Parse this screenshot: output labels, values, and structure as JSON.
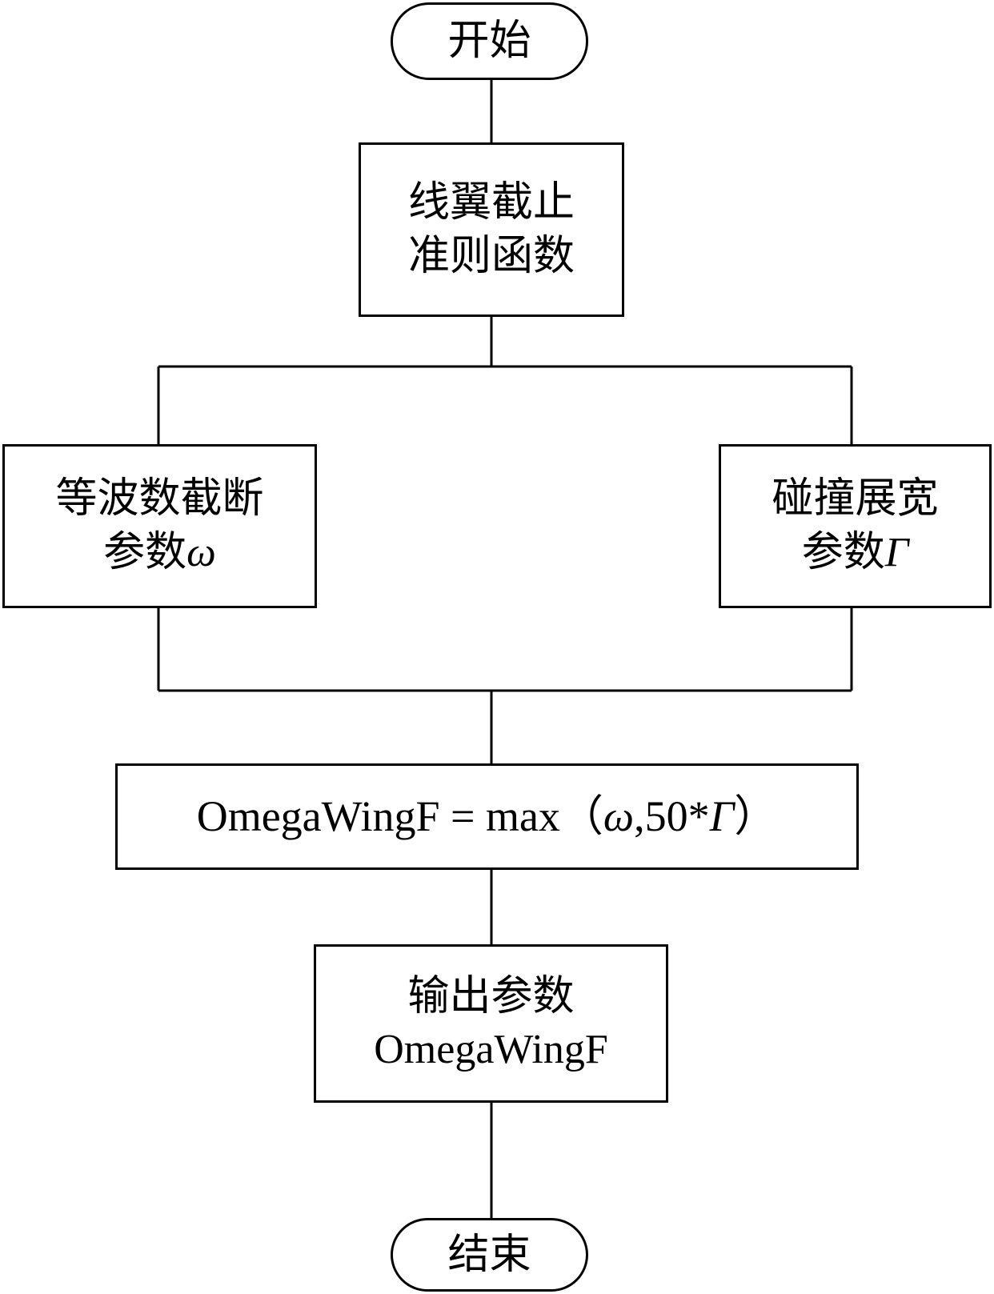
{
  "flowchart": {
    "start": "开始",
    "criterion": {
      "line1": "线翼截止",
      "line2": "准则函数"
    },
    "left_param": {
      "line1": "等波数截断",
      "line2_text": "参数",
      "line2_symbol": "ω"
    },
    "right_param": {
      "line1": "碰撞展宽",
      "line2_text": "参数",
      "line2_symbol": "Γ"
    },
    "formula": {
      "prefix": "OmegaWingF = max（",
      "omega": "ω",
      "middle": ",50*",
      "gamma": "Γ",
      "suffix": "）"
    },
    "output": {
      "line1": "输出参数",
      "line2": "OmegaWingF"
    },
    "end": "结束"
  }
}
